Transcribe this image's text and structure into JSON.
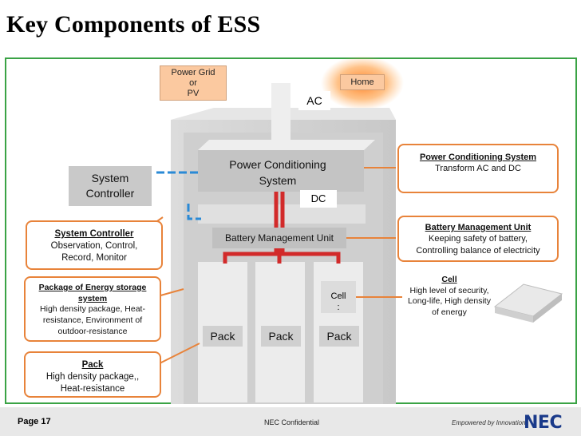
{
  "title": "Key Components of ESS",
  "diagram": {
    "power_grid": "Power Grid\nor\nPV",
    "home": "Home",
    "ac": "AC",
    "dc": "DC",
    "pcs_inner": "Power Conditioning\nSystem",
    "bmu_inner": "Battery Management Unit",
    "system_controller_inner": "System\nController",
    "cell_inner": "Cell\n:",
    "pack1": "Pack",
    "pack2": "Pack",
    "pack3": "Pack"
  },
  "callouts": {
    "system_controller": {
      "heading": "System Controller",
      "text": "Observation, Control,\nRecord, Monitor"
    },
    "package": {
      "heading": "Package of Energy storage\nsystem",
      "text": "High density package, Heat-\nresistance, Environment of\noutdoor-resistance"
    },
    "pack": {
      "heading": "Pack",
      "text": "High density package,,\nHeat-resistance"
    },
    "pcs": {
      "heading": "Power Conditioning System",
      "text": "Transform AC and DC"
    },
    "bmu": {
      "heading": "Battery Management Unit",
      "text": "Keeping safety of battery,\nControlling balance of electricity"
    },
    "cell": {
      "heading": "Cell",
      "text": "High level of security,\nLong-life, High density\nof energy"
    }
  },
  "footer": {
    "page": "Page 17",
    "confidential": "NEC Confidential",
    "empowered": "Empowered by Innovation",
    "brand": "NEC"
  },
  "colors": {
    "accent_orange": "#e8833a",
    "frame_green": "#3aa345",
    "cable_red": "#d22a2a",
    "cable_blue": "#2a8ad6"
  }
}
